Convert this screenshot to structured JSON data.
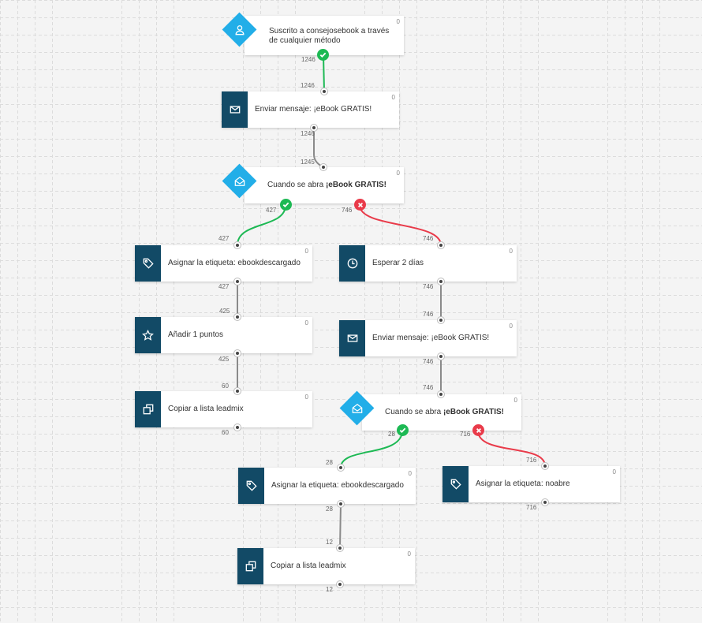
{
  "colors": {
    "accent": "#22aee8",
    "icon_bg": "#124a66",
    "yes": "#1db954",
    "no": "#e93b4a",
    "link": "#8a8a8a"
  },
  "nodes": [
    {
      "key": "trigger-subscribed",
      "kind": "trig",
      "icon": "user-icon",
      "label": "Suscrito a consejosebook a través de cualquier método",
      "count": "0"
    },
    {
      "key": "send-message-1",
      "kind": "action",
      "icon": "mail-icon",
      "label": "Enviar mensaje: ¡eBook GRATIS!",
      "count": "0"
    },
    {
      "key": "condition-opened-1",
      "kind": "cond",
      "icon": "mail-open-icon",
      "label_prefix": "Cuando se abra ",
      "label_bold": "¡eBook GRATIS!",
      "count": "0"
    },
    {
      "key": "assign-tag-ebookdescargado-1",
      "kind": "action",
      "icon": "tag-icon",
      "label": "Asignar la etiqueta: ebookdescargado",
      "count": "0"
    },
    {
      "key": "add-points",
      "kind": "action",
      "icon": "star-icon",
      "label": "Añadir 1 puntos",
      "count": "0"
    },
    {
      "key": "copy-list-leadmix-1",
      "kind": "action",
      "icon": "copy-icon",
      "label": "Copiar a lista leadmix",
      "count": "0"
    },
    {
      "key": "wait-2-days",
      "kind": "action",
      "icon": "clock-icon",
      "label": "Esperar 2 días",
      "count": "0"
    },
    {
      "key": "send-message-2",
      "kind": "action",
      "icon": "mail-icon",
      "label": "Enviar mensaje: ¡eBook GRATIS!",
      "count": "0"
    },
    {
      "key": "condition-opened-2",
      "kind": "cond",
      "icon": "mail-open-icon",
      "label_prefix": "Cuando se abra ",
      "label_bold": "¡eBook GRATIS!",
      "count": "0"
    },
    {
      "key": "assign-tag-ebookdescargado-2",
      "kind": "action",
      "icon": "tag-icon",
      "label": "Asignar la etiqueta: ebookdescargado",
      "count": "0"
    },
    {
      "key": "assign-tag-noabre",
      "kind": "action",
      "icon": "tag-icon",
      "label": "Asignar la etiqueta: noabre",
      "count": "0"
    },
    {
      "key": "copy-list-leadmix-2",
      "kind": "action",
      "icon": "copy-icon",
      "label": "Copiar a lista leadmix",
      "count": "0"
    }
  ],
  "counts": {
    "trigger_out": "1246",
    "msg1_in": "1246",
    "msg1_out": "1246",
    "cond1_in": "1245",
    "cond1_yes": "427",
    "cond1_no": "746",
    "tag1_in": "427",
    "tag1_out": "427",
    "points_in": "425",
    "points_out": "425",
    "copy1_in": "60",
    "copy1_out": "60",
    "wait_in": "746",
    "wait_out": "746",
    "msg2_in": "746",
    "msg2_out": "746",
    "cond2_in": "746",
    "cond2_yes": "28",
    "cond2_no": "716",
    "tag2_in": "28",
    "tag2_out": "28",
    "noabre_in": "716",
    "noabre_out": "716",
    "copy2_in": "12",
    "copy2_out": "12"
  }
}
